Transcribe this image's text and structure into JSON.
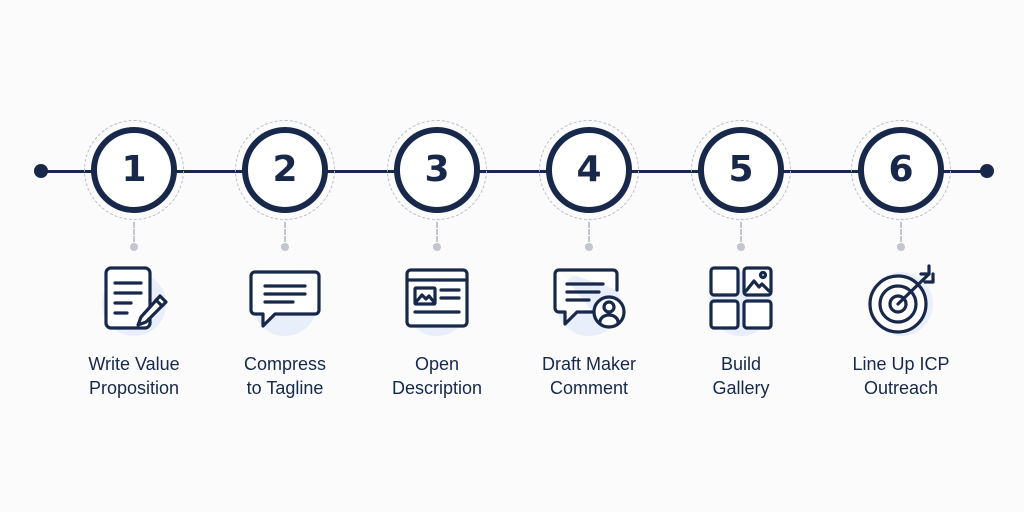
{
  "steps": [
    {
      "number": "1",
      "line1": "Write Value",
      "line2": "Proposition",
      "icon": "document-pen-icon"
    },
    {
      "number": "2",
      "line1": "Compress",
      "line2": "to Tagline",
      "icon": "speech-bubble-icon"
    },
    {
      "number": "3",
      "line1": "Open",
      "line2": "Description",
      "icon": "image-document-icon"
    },
    {
      "number": "4",
      "line1": "Draft Maker",
      "line2": "Comment",
      "icon": "comment-user-icon"
    },
    {
      "number": "5",
      "line1": "Build",
      "line2": "Gallery",
      "icon": "gallery-grid-icon"
    },
    {
      "number": "6",
      "line1": "Line Up ICP",
      "line2": "Outreach",
      "icon": "target-arrow-icon"
    }
  ],
  "colors": {
    "navy": "#17284a",
    "dashed_gray": "#b9bec8",
    "icon_halo": "#e8eefa",
    "background": "#fbfbfc"
  }
}
